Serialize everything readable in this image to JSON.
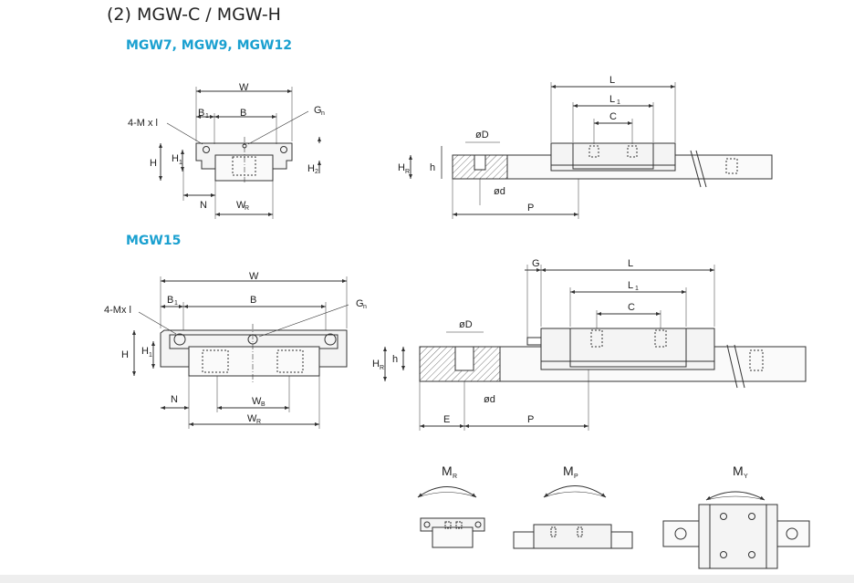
{
  "header": {
    "title": "(2) MGW-C / MGW-H"
  },
  "sections": [
    {
      "subtitle": "MGW7, MGW9, MGW12"
    },
    {
      "subtitle": "MGW15"
    }
  ],
  "labels_top_left": {
    "W": "W",
    "B1": "B",
    "B1s": "1",
    "B": "B",
    "Gn": "G",
    "Gns": "n",
    "mxl": "4-M x l",
    "H": "H",
    "H1": "H",
    "H1s": "1",
    "H2": "H",
    "H2s": "2",
    "N": "N",
    "WR": "W",
    "WRs": "R"
  },
  "labels_top_right": {
    "L": "L",
    "L1": "L",
    "L1s": "1",
    "C": "C",
    "D": "øD",
    "HR": "H",
    "HRs": "R",
    "h": "h",
    "d": "ød",
    "P": "P"
  },
  "labels_bot_left": {
    "W": "W",
    "B1": "B",
    "B1s": "1",
    "B": "B",
    "Gn": "G",
    "Gns": "n",
    "mxl": "4-Mx l",
    "H": "H",
    "H1": "H",
    "H1s": "1",
    "N": "N",
    "WB": "W",
    "WBs": "B",
    "WR": "W",
    "WRs": "R"
  },
  "labels_bot_right": {
    "G": "G",
    "L": "L",
    "L1": "L",
    "L1s": "1",
    "C": "C",
    "D": "øD",
    "HR": "H",
    "HRs": "R",
    "h": "h",
    "d": "ød",
    "E": "E",
    "P": "P"
  },
  "moments": [
    {
      "label": "M",
      "sub": "R"
    },
    {
      "label": "M",
      "sub": "P"
    },
    {
      "label": "M",
      "sub": "Y"
    }
  ]
}
